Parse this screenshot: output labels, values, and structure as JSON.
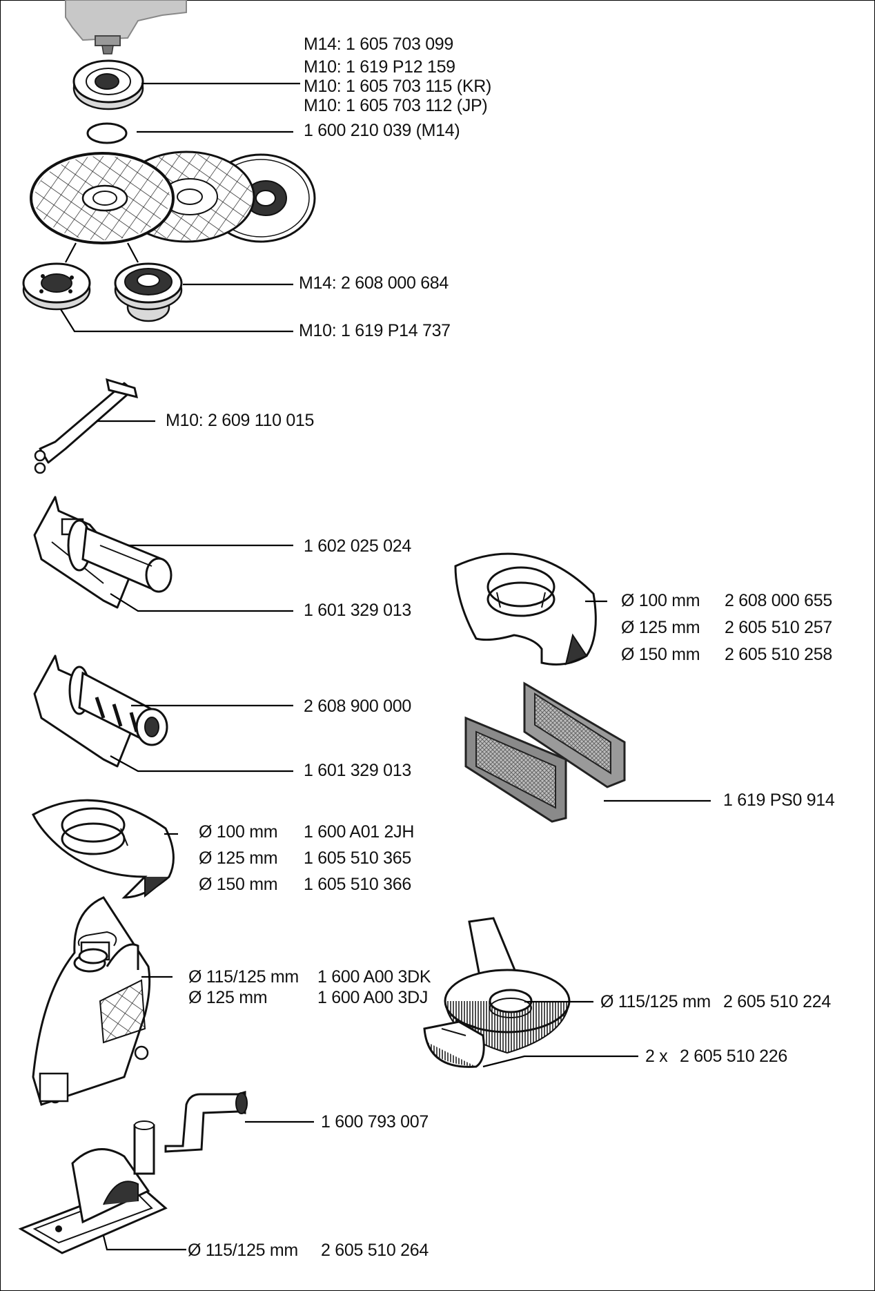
{
  "parts": {
    "nut": [
      "M14: 1 605 703 099",
      "M10: 1 619 P12 159",
      "M10: 1 605 703 115 (KR)",
      "M10: 1 605 703 112 (JP)"
    ],
    "oring": "1 600 210 039 (M14)",
    "flange_m14": "M14: 2 608 000 684",
    "flange_m10": "M10: 1 619 P14 737",
    "spanner": "M10: 2 609 110 015",
    "handle1": "1 602 025 024",
    "handle1_bracket": "1 601 329 013",
    "handle2": "2 608 900 000",
    "handle2_bracket": "1 601 329 013",
    "guard_left": {
      "rows": [
        {
          "size": "Ø 100 mm",
          "part": "1 600 A01 2JH"
        },
        {
          "size": "Ø 125 mm",
          "part": "1 605 510 365"
        },
        {
          "size": "Ø 150 mm",
          "part": "1 605 510 366"
        }
      ]
    },
    "guard_right": {
      "rows": [
        {
          "size": "Ø 100 mm",
          "part": "2 608 000 655"
        },
        {
          "size": "Ø 125 mm",
          "part": "2 605 510 257"
        },
        {
          "size": "Ø 150 mm",
          "part": "2 605 510 258"
        }
      ]
    },
    "filter": "1 619 PS0 914",
    "extraction_guard": {
      "rows": [
        {
          "size": "Ø 115/125 mm",
          "part": "1 600 A00 3DK"
        },
        {
          "size": "Ø 125 mm",
          "part": "1 600 A00 3DJ"
        }
      ]
    },
    "brush_guard": {
      "size": "Ø 115/125 mm",
      "part": "2 605 510 224"
    },
    "brush_ring": {
      "qty": "2 x",
      "part": "2 605 510 226"
    },
    "elbow": "1 600 793 007",
    "cutting_guard": {
      "size": "Ø 115/125 mm",
      "part": "2 605 510 264"
    }
  }
}
